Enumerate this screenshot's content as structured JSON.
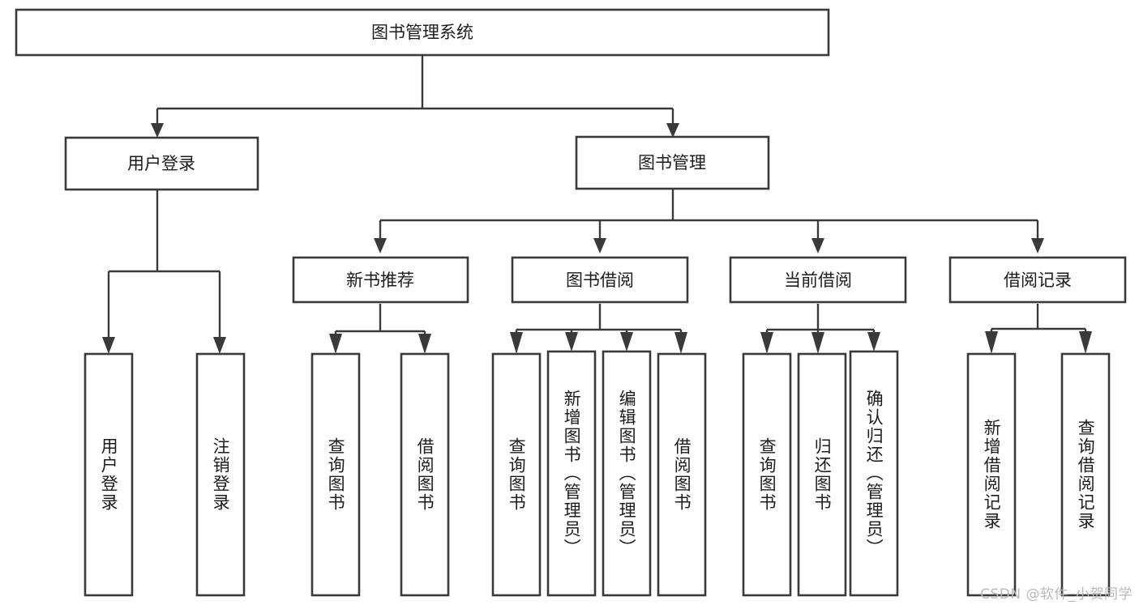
{
  "diagram": {
    "title": "图书管理系统",
    "type": "tree-hierarchy-diagram",
    "colors": {
      "box_border": "#3a3a3a",
      "box_fill": "#ffffff",
      "connector": "#3a3a3a",
      "text": "#1c1c1c",
      "watermark": "#b9b9b9",
      "background": "#ffffff"
    },
    "root": {
      "label": "图书管理系统"
    },
    "level2": [
      {
        "label": "用户登录"
      },
      {
        "label": "图书管理"
      }
    ],
    "level3": [
      {
        "label": "新书推荐"
      },
      {
        "label": "图书借阅"
      },
      {
        "label": "当前借阅"
      },
      {
        "label": "借阅记录"
      }
    ],
    "leaves": {
      "user_login": [
        {
          "label": "用户登录"
        },
        {
          "label": "注销登录"
        }
      ],
      "new_book_recommend": [
        {
          "label": "查询图书"
        },
        {
          "label": "借阅图书"
        }
      ],
      "book_borrow": [
        {
          "label": "查询图书"
        },
        {
          "label": "新增图书（管理员）"
        },
        {
          "label": "编辑图书（管理员）"
        },
        {
          "label": "借阅图书"
        }
      ],
      "current_borrow": [
        {
          "label": "查询图书"
        },
        {
          "label": "归还图书"
        },
        {
          "label": "确认归还（管理员）"
        }
      ],
      "borrow_record": [
        {
          "label": "新增借阅记录"
        },
        {
          "label": "查询借阅记录"
        }
      ]
    }
  },
  "watermark": {
    "text": "CSDN @软件_小贺同学"
  }
}
